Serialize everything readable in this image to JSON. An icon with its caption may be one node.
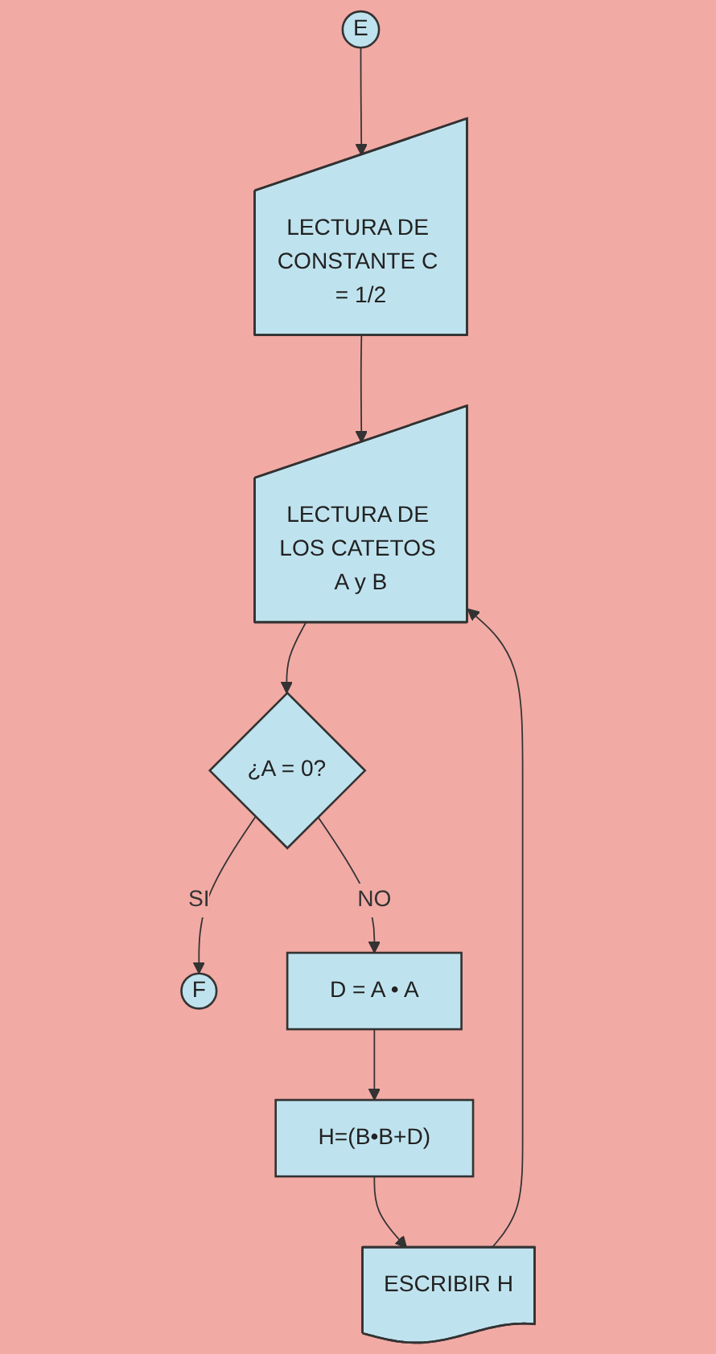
{
  "diagram": {
    "nodes": [
      {
        "text": [
          "E"
        ]
      },
      {
        "text": [
          "LECTURA DE CONSTANTE C = 1/2"
        ]
      },
      {
        "text": [
          "LECTURA DE LOS CATETOS A y B"
        ]
      },
      {
        "text": [
          "¿A = 0?"
        ]
      },
      {
        "text": [
          "F"
        ]
      },
      {
        "text": [
          "D = A • A"
        ]
      },
      {
        "text": [
          "H=(B•B+D)"
        ]
      },
      {
        "text": [
          "ESCRIBIR H"
        ]
      }
    ],
    "edges": [
      {
        "from": 0,
        "to": 1,
        "arrow": "to"
      },
      {
        "from": 1,
        "to": 2,
        "arrow": "to"
      },
      {
        "from": 2,
        "to": 3,
        "arrow": "to"
      },
      {
        "from": 3,
        "to": 4,
        "arrow": "to",
        "label": "SI"
      },
      {
        "from": 3,
        "to": 5,
        "arrow": "to",
        "label": "NO"
      },
      {
        "from": 5,
        "to": 6,
        "arrow": "to"
      },
      {
        "from": 6,
        "to": 7,
        "arrow": "to"
      },
      {
        "from": 7,
        "to": 2,
        "arrow": "to"
      }
    ]
  }
}
